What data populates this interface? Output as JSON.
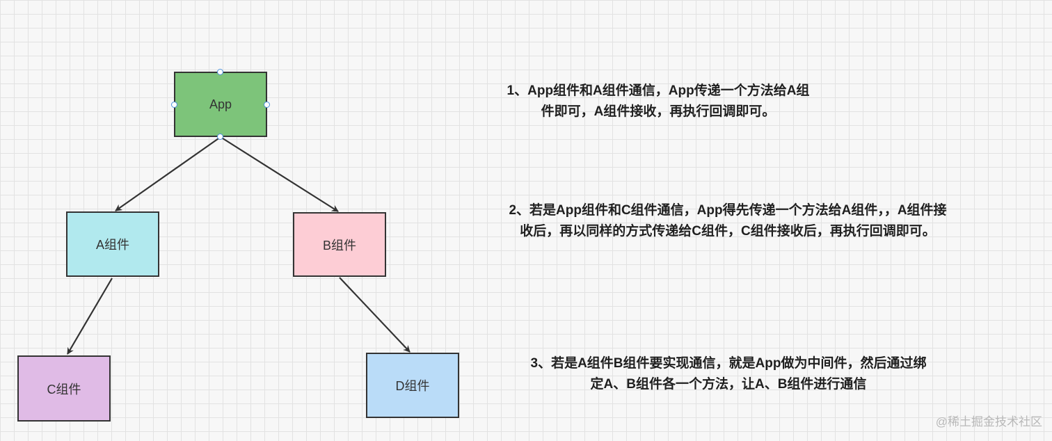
{
  "colors": {
    "app": "#7dc47a",
    "a": "#b1e9ee",
    "b": "#fdcdd5",
    "c": "#e0bbe6",
    "d": "#badcf8",
    "border": "#333333",
    "handle": "#4a90d9"
  },
  "nodes": {
    "app": "App",
    "a": "A组件",
    "b": "B组件",
    "c": "C组件",
    "d": "D组件"
  },
  "notes": {
    "note1": {
      "line1": "1、App组件和A组件通信，App传递一个方法给A组",
      "line2": "件即可，A组件接收，再执行回调即可。"
    },
    "note2": {
      "line1": "2、若是App组件和C组件通信，App得先传递一个方法给A组件，，A组件接",
      "line2": "收后，再以同样的方式传递给C组件，C组件接收后，再执行回调即可。"
    },
    "note3": {
      "line1": "3、若是A组件B组件要实现通信，就是App做为中间件，然后通过绑",
      "line2": "定A、B组件各一个方法，让A、B组件进行通信"
    }
  },
  "watermark": "@稀土掘金技术社区"
}
